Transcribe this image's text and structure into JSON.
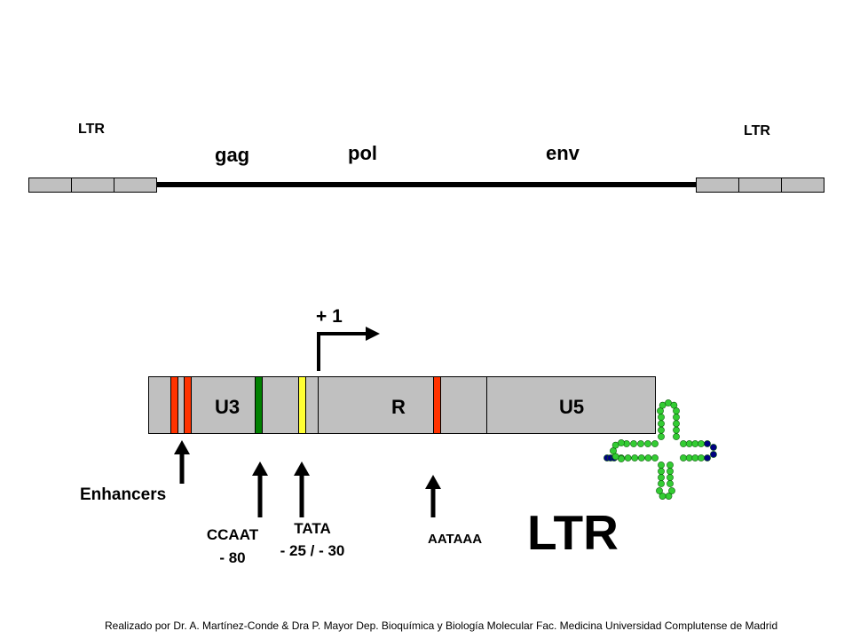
{
  "genome": {
    "ltr_left": "LTR",
    "ltr_right": "LTR",
    "gag": "gag",
    "pol": "pol",
    "env": "env"
  },
  "ltr_detail": {
    "plus_one": "+ 1",
    "u3": "U3",
    "r": "R",
    "u5": "U5",
    "enhancers": "Enhancers",
    "ccaat": "CCAAT",
    "ccaat_pos": "- 80",
    "tata": "TATA",
    "tata_pos": "- 25 / - 30",
    "aataaa": "AATAAA",
    "big_title": "LTR"
  },
  "colors": {
    "enhancer": "#ff3300",
    "ccaat": "#008000",
    "tata": "#ffff33",
    "aataaa": "#ff3300",
    "trna_body": "#33cc33",
    "trna_end": "#000080"
  },
  "credit": "Realizado por Dr. A. Martínez-Conde & Dra P. Mayor Dep. Bioquímica y Biología Molecular Fac. Medicina Universidad Complutense de Madrid"
}
